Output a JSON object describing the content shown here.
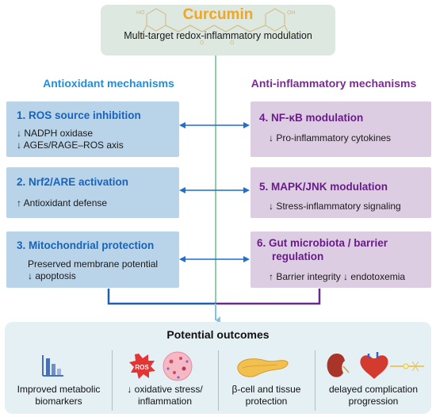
{
  "header": {
    "title": "Curcumin",
    "subtitle": "Multi-target redox-inflammatory modulation",
    "structure_labels": [
      "HO",
      "O",
      "O",
      "OH"
    ]
  },
  "left_column": {
    "heading": "Antioxidant mechanisms",
    "boxes": [
      {
        "title": "1. ROS source inhibition",
        "lines": [
          "↓ NADPH oxidase",
          "↓ AGEs/RAGE–ROS axis"
        ]
      },
      {
        "title": "2. Nrf2/ARE activation",
        "lines": [
          "↑ Antioxidant defense"
        ]
      },
      {
        "title": "3. Mitochondrial protection",
        "lines": [
          "Preserved membrane potential",
          "↓ apoptosis"
        ]
      }
    ]
  },
  "right_column": {
    "heading": "Anti-inflammatory mechanisms",
    "boxes": [
      {
        "title": "4. NF-κB modulation",
        "lines": [
          "↓ Pro-inflammatory cytokines"
        ]
      },
      {
        "title": "5. MAPK/JNK modulation",
        "lines": [
          "↓ Stress-inflammatory signaling"
        ]
      },
      {
        "title_line1": "6. Gut microbiota / barrier",
        "title_line2": "regulation",
        "lines": [
          "↑ Barrier integrity ↓ endotoxemia"
        ]
      }
    ]
  },
  "outcomes": {
    "title": "Potential outcomes",
    "items": [
      {
        "label_line1": "Improved metabolic",
        "label_line2": "biomarkers",
        "icon": "bar-chart-icon"
      },
      {
        "label_line1": "↓ oxidative stress/",
        "label_line2": "inflammation",
        "icon": "ros-cell-icon",
        "icon_text": "ROS"
      },
      {
        "label_line1": "β-cell and tissue",
        "label_line2": "protection",
        "icon": "pancreas-icon"
      },
      {
        "label_line1": "delayed complication",
        "label_line2": "progression",
        "icon": "organs-icon"
      }
    ]
  },
  "colors": {
    "curcumin_orange": "#f3a51f",
    "antioxidant_blue": "#1d8fe0",
    "antiinflammatory_purple": "#7a2a95",
    "left_box": "#b9d3e8",
    "right_box": "#ddcde3",
    "arrow_blue": "#1e6fd0",
    "outcome_panel": "#e5f0f5"
  }
}
